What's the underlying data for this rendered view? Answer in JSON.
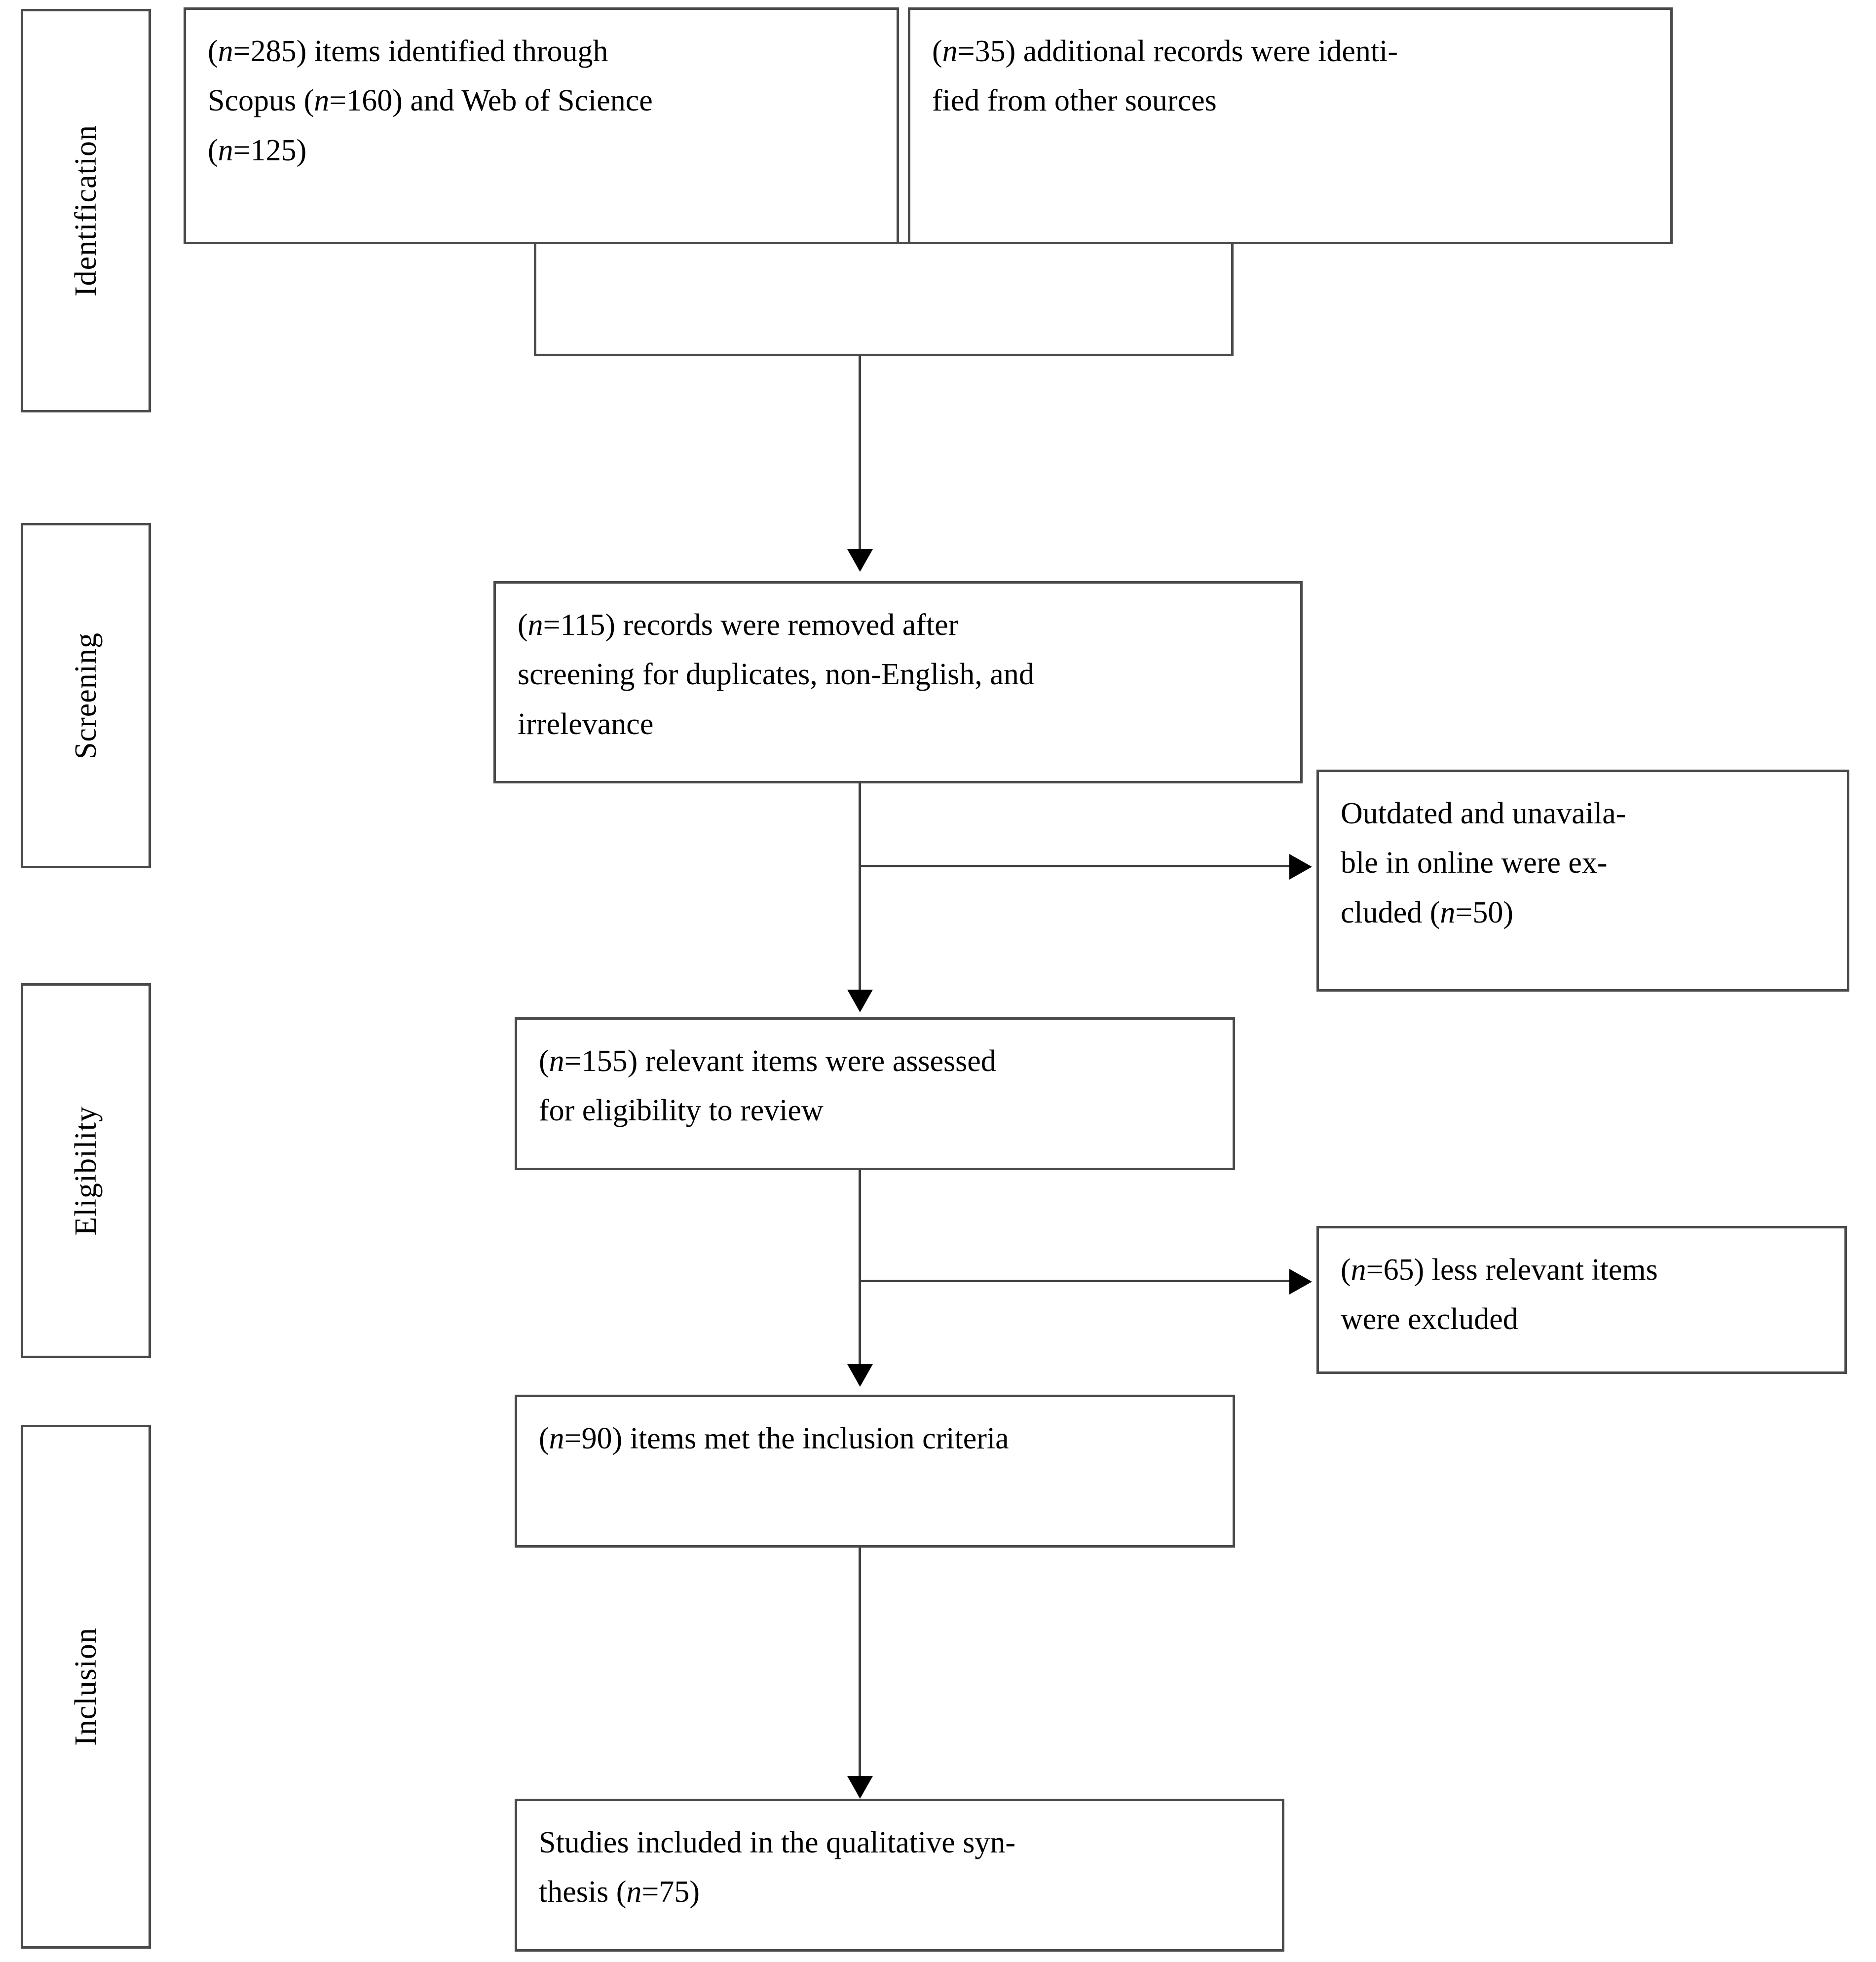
{
  "diagram": {
    "type": "prisma-flow-diagram",
    "stages": [
      {
        "id": "identification",
        "label": "Identification"
      },
      {
        "id": "screening",
        "label": "Screening"
      },
      {
        "id": "eligibility",
        "label": "Eligibility"
      },
      {
        "id": "inclusion",
        "label": "Inclusion"
      }
    ],
    "boxes": {
      "identified_databases": {
        "text": "(n=285) items identified through Scopus (n=160) and Web of Science (n=125)",
        "counts": {
          "total": 285,
          "scopus": 160,
          "web_of_science": 125
        }
      },
      "identified_other": {
        "text": "(n=35) additional records were identi-fied from other sources",
        "counts": {
          "total": 35
        }
      },
      "merge": {
        "text": ""
      },
      "removed_screening": {
        "text": "(n=115) records were removed after screening for duplicates, non-English, and irrelevance",
        "counts": {
          "total": 115
        }
      },
      "excluded_outdated": {
        "text": "Outdated and unavaila-ble in online were ex-cluded (n=50)",
        "counts": {
          "total": 50
        }
      },
      "assessed_eligibility": {
        "text": "(n=155) relevant items were assessed for eligibility to review",
        "counts": {
          "total": 155
        }
      },
      "excluded_less_relevant": {
        "text": "(n=65) less relevant items were excluded",
        "counts": {
          "total": 65
        }
      },
      "met_inclusion": {
        "text": "(n=90) items met the inclusion criteria",
        "counts": {
          "total": 90
        }
      },
      "qualitative_synthesis": {
        "text": "Studies included in the qualitative syn-thesis (n=75)",
        "counts": {
          "total": 75
        }
      }
    },
    "box_lines": {
      "identified_databases": [
        "(n=285) items identified through",
        "Scopus (n=160) and Web of Science",
        "(n=125)"
      ],
      "identified_other": [
        "(n=35) additional records were identi-",
        "fied from other sources"
      ],
      "removed_screening": [
        "(n=115) records were removed after",
        "screening for duplicates, non-English, and",
        "irrelevance"
      ],
      "excluded_outdated": [
        "Outdated and unavaila-",
        "ble in online were ex-",
        "cluded (n=50)"
      ],
      "assessed_eligibility": [
        "(n=155) relevant items were assessed",
        "for eligibility to review"
      ],
      "excluded_less_relevant": [
        "(n=65) less relevant items",
        "were excluded"
      ],
      "met_inclusion": [
        "(n=90) items met the inclusion criteria"
      ],
      "qualitative_synthesis": [
        "Studies included in the qualitative syn-",
        "thesis (n=75)"
      ]
    },
    "colors": {
      "border": "#4a4a4a",
      "line": "#3d3d3d",
      "arrow": "#000000",
      "background": "#ffffff",
      "text": "#000000"
    }
  }
}
